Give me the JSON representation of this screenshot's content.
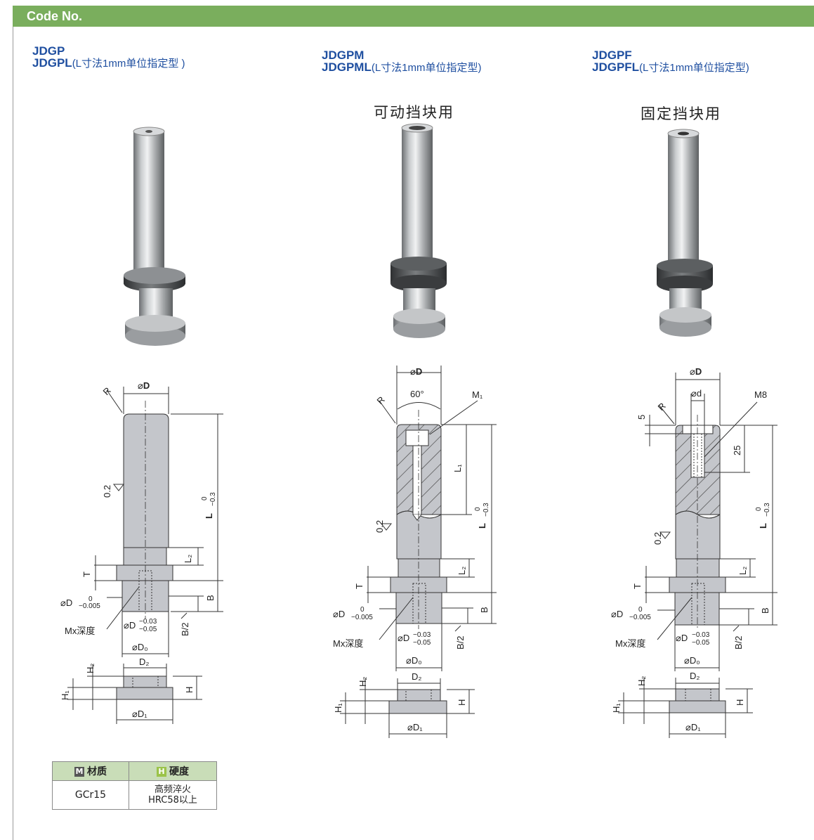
{
  "header": {
    "title": "Code No."
  },
  "columns": [
    {
      "code1": "JDGP",
      "code2": "JDGPL",
      "note": "(L寸法1mm单位指定型 )",
      "subtitle": ""
    },
    {
      "code1": "JDGPM",
      "code2": "JDGPML",
      "note": "(L寸法1mm单位指定型)",
      "subtitle": "可动挡块用"
    },
    {
      "code1": "JDGPF",
      "code2": "JDGPFL",
      "note": "(L寸法1mm单位指定型)",
      "subtitle": "固定挡块用"
    }
  ],
  "dims": {
    "D": "D",
    "phi": "⌀",
    "R": "R",
    "angle": "60°",
    "M1": "M₁",
    "M8": "M8",
    "d": "d",
    "five": "5",
    "twentyfive": "25",
    "L1": "L₁",
    "roughness": "0.2",
    "L": "L",
    "L_tol_up": "0",
    "L_tol_low": "−0.3",
    "L2": "L₂",
    "T": "T",
    "B": "B",
    "Bhalf": "B/2",
    "D_tol_up": "0",
    "D_tol_low": "−0.005",
    "D_tol2_up": "−0.03",
    "D_tol2_low": "−0.05",
    "D0": "D₀",
    "Mx": "Mx深度",
    "D2": "D₂",
    "H2": "H₂",
    "H1": "H₁",
    "H": "H",
    "D1": "D₁"
  },
  "table": {
    "material_badge": "M",
    "material_label": "材质",
    "hardness_badge": "H",
    "hardness_label": "硬度",
    "material_value": "GCr15",
    "hardness_line1": "高频淬火",
    "hardness_line2": "HRC58以上"
  }
}
